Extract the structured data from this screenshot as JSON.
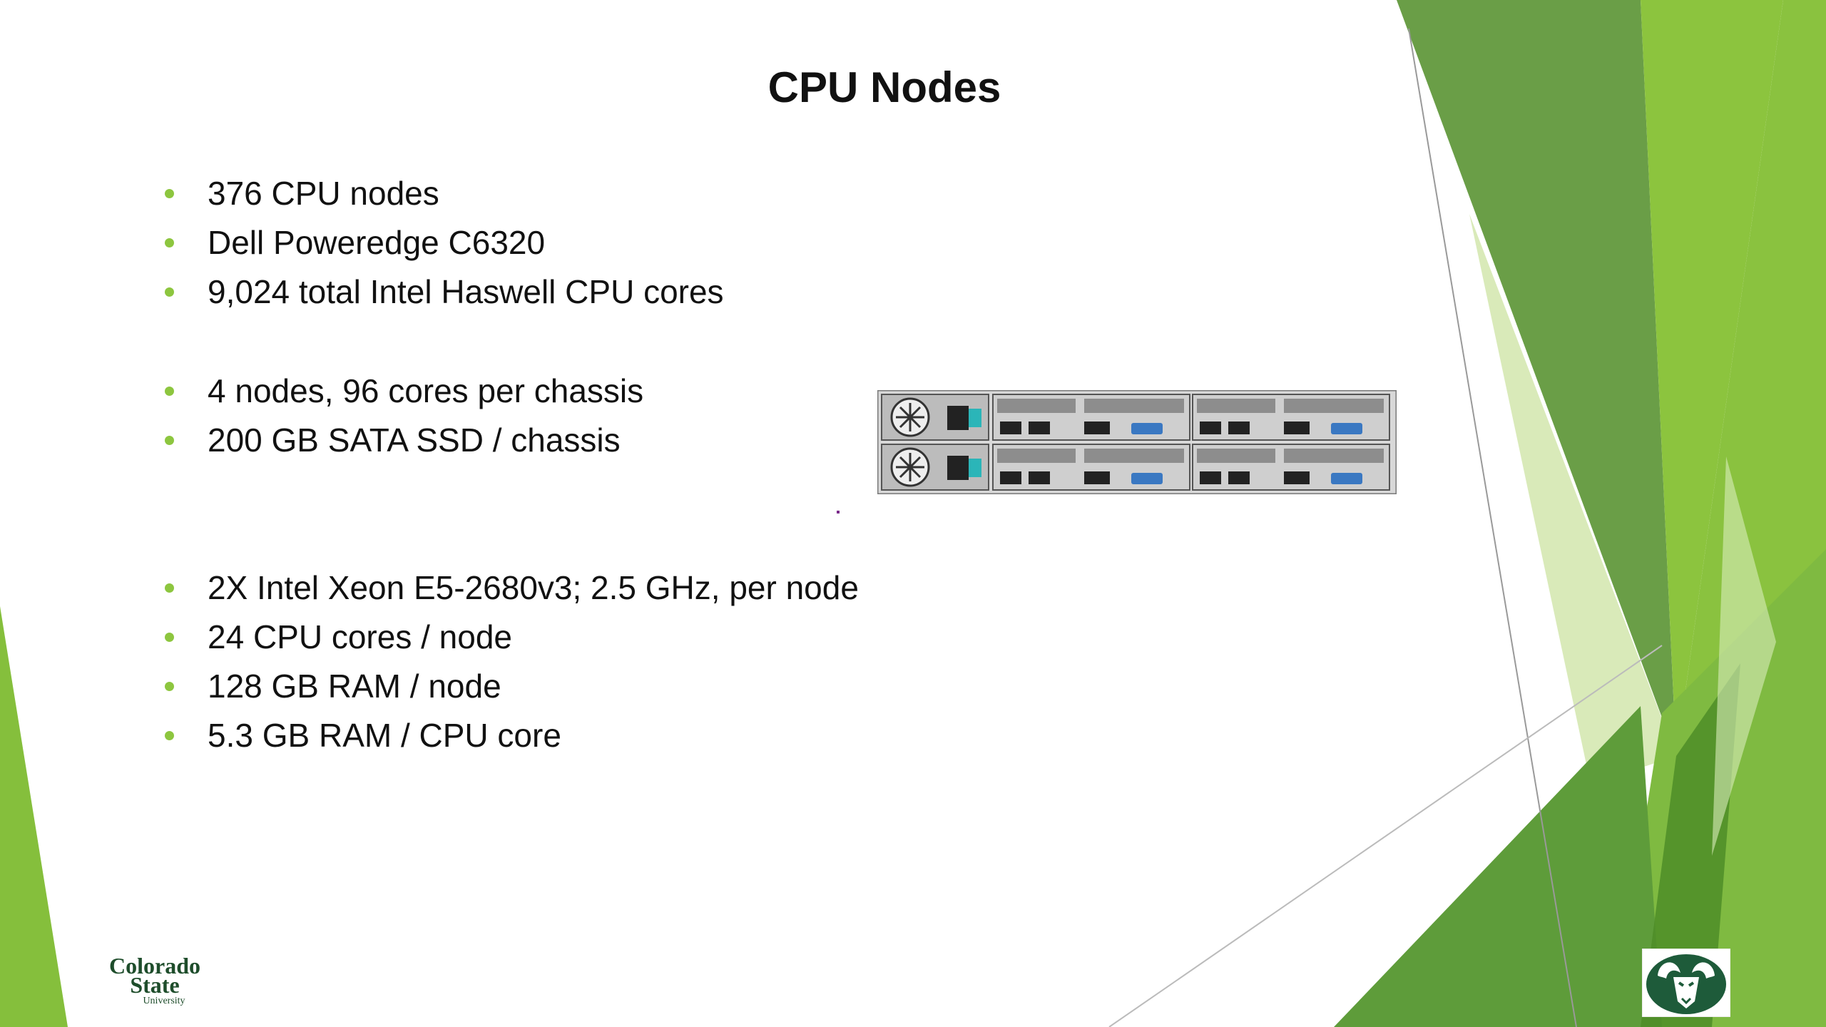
{
  "slide": {
    "title": "CPU Nodes",
    "group1": [
      "376 CPU nodes",
      "Dell Poweredge C6320",
      "9,024 total Intel Haswell CPU cores"
    ],
    "group2": [
      "4 nodes, 96 cores per chassis",
      "200 GB SATA SSD / chassis"
    ],
    "group3": [
      "2X Intel Xeon E5-2680v3; 2.5 GHz, per node",
      "24 CPU cores / node",
      "128 GB RAM / node",
      "5.3 GB RAM / CPU core"
    ]
  },
  "logos": {
    "csu_wordmark_line1": "Colorado",
    "csu_wordmark_line2": "State",
    "csu_wordmark_line3": "University"
  },
  "colors": {
    "bullet": "#8dc63f",
    "green_dark": "#4f8a2b",
    "green_mid": "#78b043",
    "green_light": "#a8d26a",
    "csu_green": "#1e4d2b"
  },
  "icons": {
    "server_image": "server-chassis-icon",
    "ram_logo": "csu-ram-logo-icon"
  }
}
